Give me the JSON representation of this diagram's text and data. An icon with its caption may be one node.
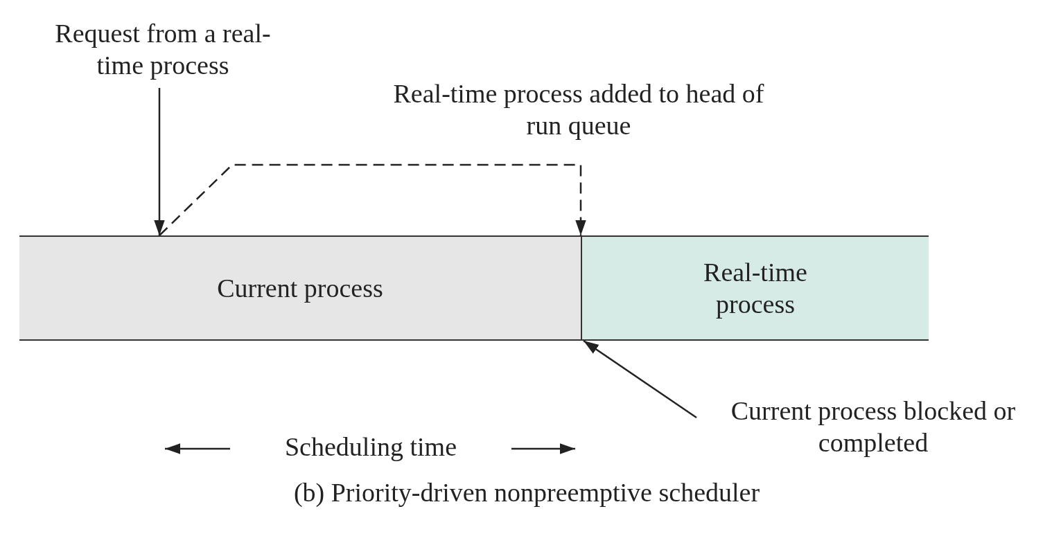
{
  "diagram": {
    "caption": "(b) Priority-driven nonpreemptive scheduler",
    "nodes": [
      {
        "text": [
          "Request from a real-time process"
        ]
      },
      {
        "text": [
          "Current process"
        ]
      },
      {
        "text": [
          "Real-time process"
        ]
      },
      {
        "text": [
          "Current process blocked or completed"
        ]
      }
    ],
    "edges": [
      {
        "from": 0,
        "to": 1,
        "arrow": "to"
      },
      {
        "from": 1,
        "to": 2,
        "arrow": "to",
        "style": "dashed",
        "label": "Real-time process added to head of run queue"
      },
      {
        "from": 3,
        "to": 2,
        "arrow": "to"
      }
    ],
    "labels": [
      "Scheduling time"
    ]
  }
}
